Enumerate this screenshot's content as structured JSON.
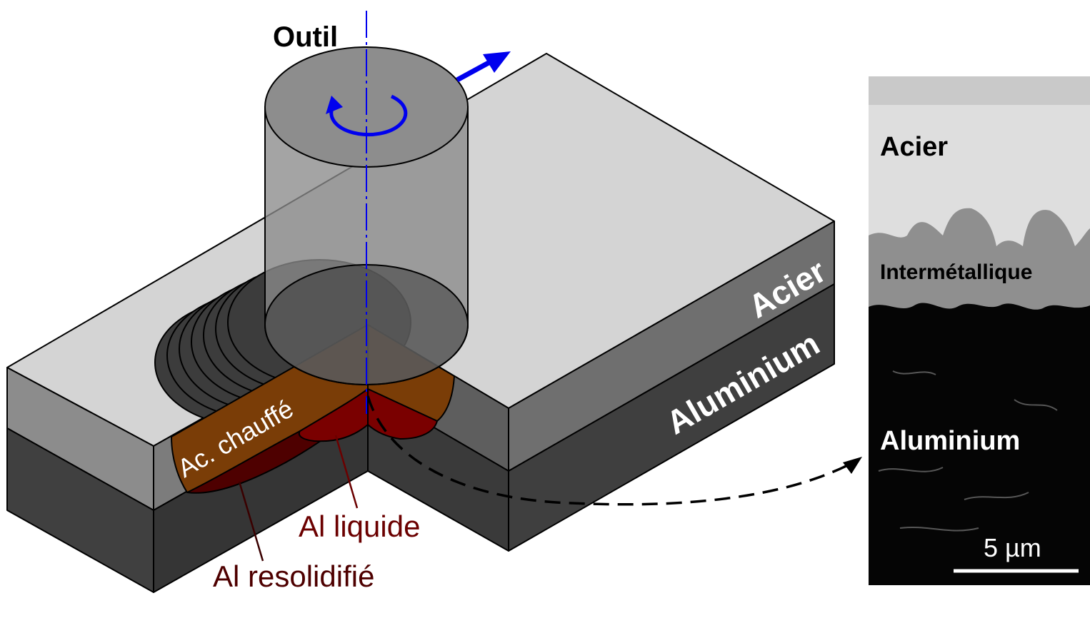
{
  "diagram": {
    "tool_label": "Outil",
    "steel_label": "Acier",
    "aluminium_label": "Aluminium",
    "heated_steel_label": "Ac. chauffé",
    "liquid_al_label": "Al liquide",
    "resolidified_al_label": "Al resolidifié"
  },
  "micrograph": {
    "steel_label": "Acier",
    "intermetallic_label": "Intermétallique",
    "aluminium_label": "Aluminium",
    "scale_bar_label": "5 µm"
  },
  "colors": {
    "steel_top": "#d4d4d4",
    "steel_side": "#6f6f6f",
    "aluminium_side": "#3f3f3f",
    "tool": "#8a8a8a",
    "heated_steel": "#7a3d07",
    "liquid_al": "#7a0000",
    "resolidified_al": "#4e0000",
    "arrow_blue": "#0000ee",
    "label_dark_red": "#6b0000"
  }
}
